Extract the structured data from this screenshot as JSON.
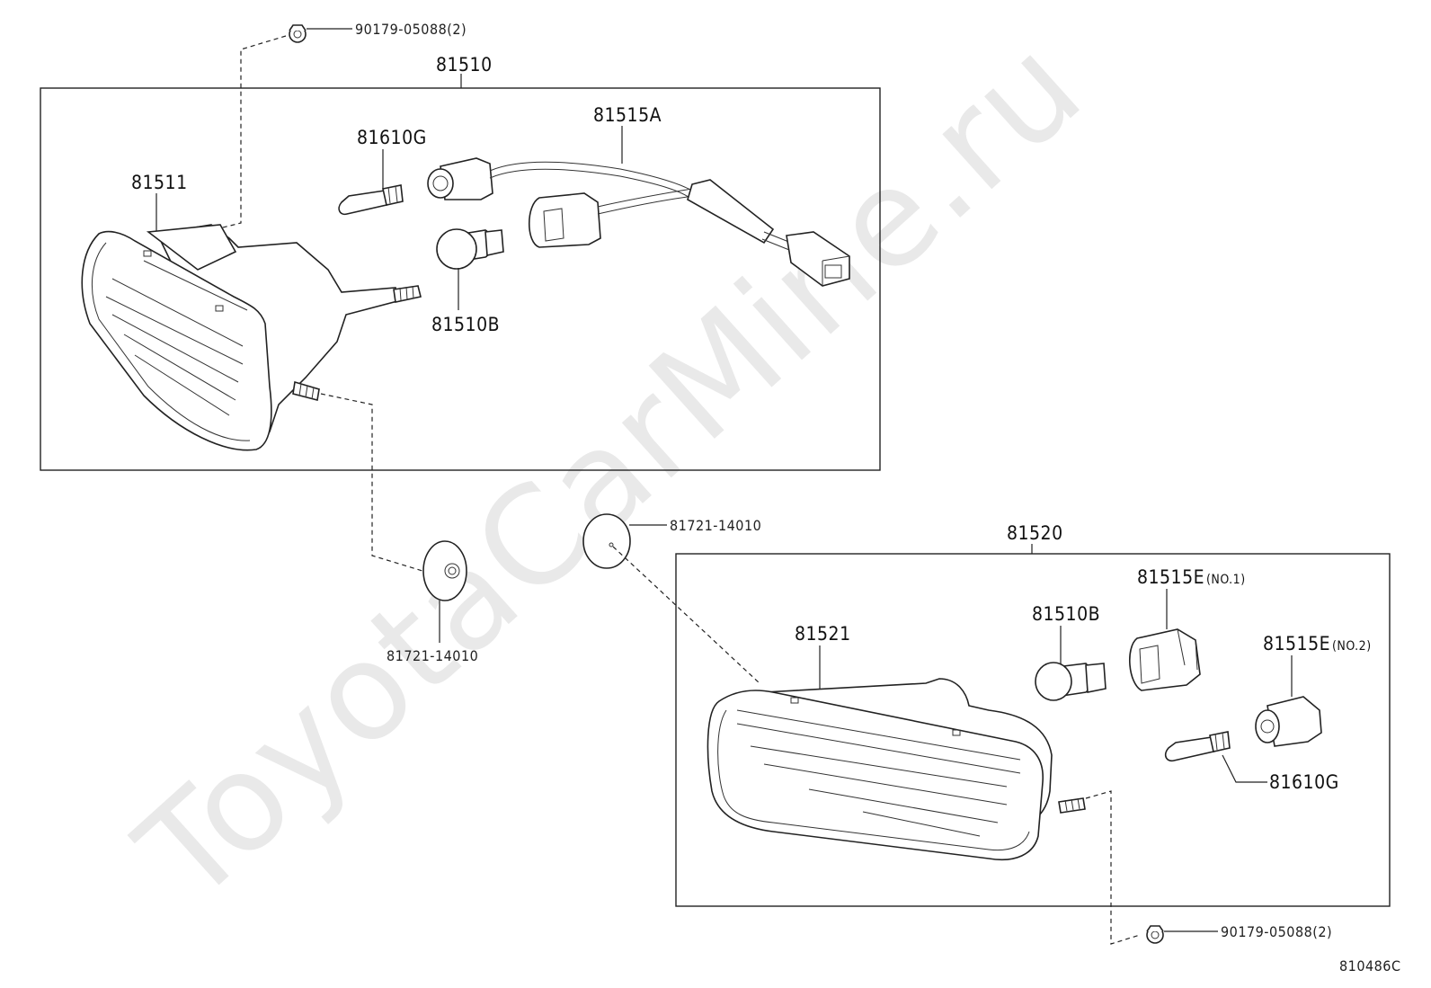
{
  "watermark": "ToyotaCarMine.ru",
  "diagram_code": "810486C",
  "upper_group": {
    "assembly": "81510",
    "housing": "81511",
    "bulb_small": "81610G",
    "harness": "81515A",
    "bulb_large": "81510B",
    "screw": "90179-05088(2)",
    "cover": "81721-14010"
  },
  "lower_group": {
    "assembly": "81520",
    "housing": "81521",
    "bulb_large": "81510B",
    "socket_1": "81515E",
    "socket_1_note": "(NO.1)",
    "socket_2": "81515E",
    "socket_2_note": "(NO.2)",
    "bulb_small": "81610G",
    "screw": "90179-05088(2)",
    "cover": "81721-14010"
  }
}
